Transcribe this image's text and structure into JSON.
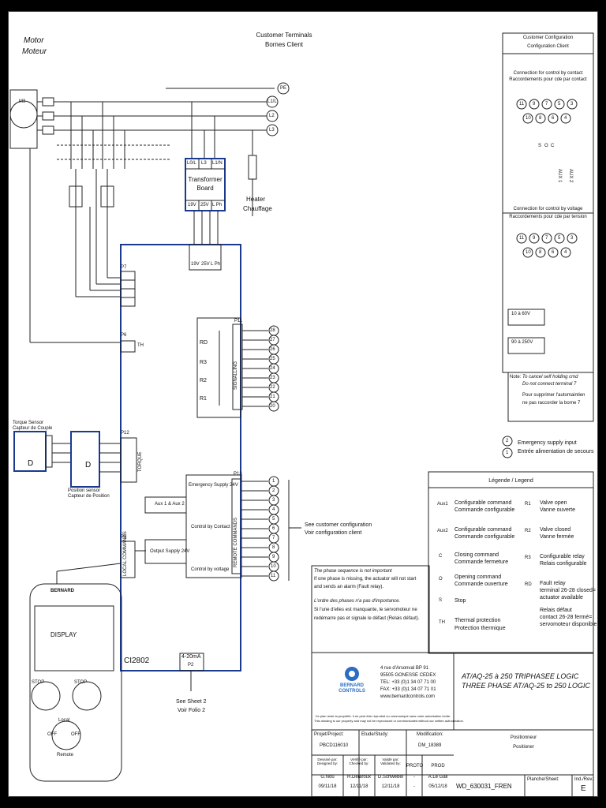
{
  "motor": {
    "title_en": "Motor",
    "title_fr": "Moteur",
    "label": "M3"
  },
  "customer_terminals": {
    "title_en": "Customer Terminals",
    "title_fr": "Bornes Client"
  },
  "power_terminals": [
    "PE",
    "L1/L",
    "L2",
    "L3"
  ],
  "transformer": {
    "inputs": [
      "L0/L",
      "L3",
      "L1/N"
    ],
    "name1": "Transformer",
    "name2": "Board",
    "outputs": [
      "19V",
      "25V",
      "L Ph"
    ]
  },
  "heater": {
    "en": "Heater",
    "fr": "Chauffage"
  },
  "board": {
    "name": "CI2802",
    "pins": [
      "19V",
      "25V",
      "L Ph"
    ],
    "p7": "P7",
    "p6": "P6",
    "th": "TH",
    "p11": "P11",
    "p12": "P12",
    "p13": "P13",
    "p5": "P5",
    "p2": "P2",
    "ma": "4-20mA"
  },
  "signalling": {
    "vertical": "SIGNALLING",
    "relays": [
      "RD",
      "R3",
      "R2",
      "R1"
    ],
    "terminals": [
      "28",
      "27",
      "26",
      "25",
      "24",
      "23",
      "22",
      "21",
      "20"
    ]
  },
  "remote": {
    "vertical": "REMOTE COMMANDS",
    "emergency": "Emergency Supply 24V",
    "aux": "Aux 1 & Aux 2",
    "contact": "Control by Contact",
    "output": "Output Supply 24V",
    "voltage": "Control by voltage",
    "terminals": [
      "1",
      "2",
      "3",
      "4",
      "5",
      "6",
      "7",
      "8",
      "9",
      "10",
      "11"
    ]
  },
  "local": {
    "vertical": "LOCAL COMMANDS"
  },
  "torque": {
    "en": "Torque Sensor",
    "fr": "Capteur de Couple",
    "d": "D",
    "vertical": "TORQUE"
  },
  "position": {
    "en": "Position sensor",
    "fr": "Capteur de Position",
    "d": "D"
  },
  "see_config": {
    "en": "See customer configuration",
    "fr": "Voir configuration client"
  },
  "see_sheet": {
    "en": "See Sheet 2",
    "fr": "Voir Folio 2"
  },
  "display": {
    "brand": "BERNARD",
    "screen": "DISPLAY",
    "stop": "STOP",
    "local": "Local",
    "off": "OFF",
    "remote": "Remote"
  },
  "config": {
    "title_en": "Customer Configuration",
    "title_fr": "Configuration Client",
    "contact_en": "Connection for control by contact",
    "contact_fr": "Raccordements pour cde par contact",
    "voltage_en": "Connection for control by voltage",
    "voltage_fr": "Raccordements pour cde par tension",
    "terminals": [
      "11",
      "9",
      "7",
      "5",
      "3"
    ],
    "terminals2": [
      "10",
      "8",
      "6",
      "4"
    ],
    "range1": "10 à 60V",
    "range2": "90 à 250V",
    "aux1": "AUX 1",
    "aux2": "AUX 2",
    "o": "O",
    "c": "C",
    "s": "S"
  },
  "note": {
    "label": "Note:",
    "l1": "To cancel self holding cmd",
    "l2": "Do not connect terminal 7",
    "l3": "Pour supprimer l'automaintien",
    "l4": "ne pas raccorder la borne 7"
  },
  "emergency": {
    "en": "Emergency supply input",
    "fr": "Entrée alimentation de secours",
    "t1": "2",
    "t2": "1"
  },
  "legend": {
    "title": "Légende / Legend",
    "left": [
      {
        "k": "Aux1",
        "en": "Configurable command",
        "fr": "Commande configurable"
      },
      {
        "k": "Aux2",
        "en": "Configurable command",
        "fr": "Commande configurable"
      },
      {
        "k": "C",
        "en": "Closing command",
        "fr": "Commande fermeture"
      },
      {
        "k": "O",
        "en": "Opening command",
        "fr": "Commande ouverture"
      },
      {
        "k": "S",
        "en": "Stop",
        "fr": ""
      },
      {
        "k": "TH",
        "en": "Thermal protection",
        "fr": "Protection thermique"
      }
    ],
    "right": [
      {
        "k": "R1",
        "l1": "Valve open",
        "l2": "Vanne ouverte",
        "l3": "",
        "l4": ""
      },
      {
        "k": "R2",
        "l1": "Valve closed",
        "l2": "Vanne fermée",
        "l3": "",
        "l4": ""
      },
      {
        "k": "R3",
        "l1": "Configurable relay",
        "l2": "Relais configurable",
        "l3": "",
        "l4": ""
      },
      {
        "k": "RD",
        "l1": "Fault relay",
        "l2": "terminal 26-28 closed=",
        "l3": "actuator available",
        "l4": ""
      },
      {
        "k": "",
        "l1": "Relais défaut",
        "l2": "contact 26-28 fermé=",
        "l3": "servomoteur disponible",
        "l4": ""
      }
    ]
  },
  "phase_note": {
    "l1": "The phase sequence is not important",
    "l2": "If one phase is missing, the actuator will not start",
    "l3": "and sends an alarm (Fault relay).",
    "l4": "L'ordre des phases n'a pas d'importance.",
    "l5": "Si l'une d'elles est manquante, le servomoteur ne",
    "l6": "redémarre pas et signale le défaut (Relais défaut)."
  },
  "title_block": {
    "address1": "4 rue d'Arsonval BP 91",
    "address2": "95505 GONESSE CEDEX",
    "tel": "TEL: +33 (0)1 34 07 71 00",
    "fax": "FAX: +33 (0)1 34 07 71 01",
    "web": "www.bernardcontrols.com",
    "logo1": "BERNARD",
    "logo2": "CONTROLS",
    "title1": "AT/AQ-25 à 250 TRIPHASEE LOGIC",
    "title2": "THREE PHASE AT/AQ-25 to 250 LOGIC",
    "confidential1": "Ce plan reste la propriété. Il ne peut être reproduit ou communiqué sans notre autorisation écrite.",
    "confidential2": "This drawing is our property and may not be reproduced or communicated without our written authorization.",
    "project_lbl": "Projet/Project:",
    "project": "PBCD116010",
    "study_lbl": "Etude/Study:",
    "study": "",
    "modif_lbl": "Modification:",
    "modif": "DM_18389",
    "designed_lbl": "Dessiné par: Designed by:",
    "designed": "G.Nou",
    "designed_date": "09/11/18",
    "checked_lbl": "Vérifié par: Checked by:",
    "checked": "H.Delaroux",
    "checked_date": "12/11/18",
    "validated_lbl": "Validé par: Validated by:",
    "validated": "D.Schwebel",
    "validated_date": "12/11/18",
    "proto_lbl": "PROTO",
    "proto": "-",
    "proto_date": "-",
    "prod_lbl": "PROD",
    "prod": "A.Le Gall",
    "prod_date": "05/12/18",
    "subject_fr": "Positionneur",
    "subject_en": "Positioner",
    "doc": "WD_630031_FREN",
    "sheet_lbl": "Planche/Sheet:",
    "rev_lbl": "Ind./Rev.:",
    "rev": "E"
  }
}
